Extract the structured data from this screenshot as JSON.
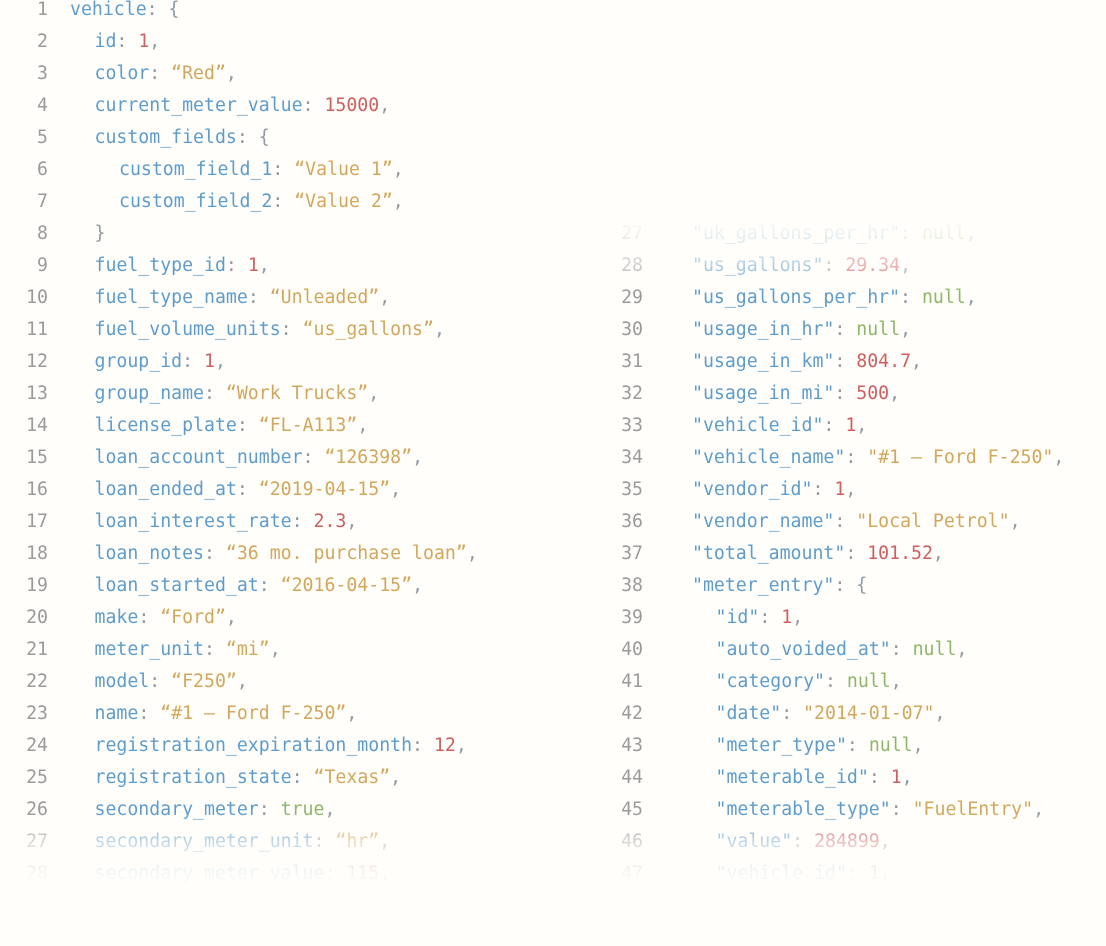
{
  "colors": {
    "key": "#5e9ccb",
    "number": "#cf5f5f",
    "string": "#d2a75b",
    "literal": "#8db767",
    "punctuation": "#8f9aa3",
    "line_number": "#9a9a9a",
    "background": "#fffefb"
  },
  "left": {
    "start": 1,
    "lines": [
      {
        "indent": 0,
        "tokens": [
          [
            "k",
            "vehicle"
          ],
          [
            "p",
            ": {"
          ]
        ]
      },
      {
        "indent": 1,
        "tokens": [
          [
            "k",
            "id"
          ],
          [
            "p",
            ": "
          ],
          [
            "n",
            "1"
          ],
          [
            "p",
            ","
          ]
        ]
      },
      {
        "indent": 1,
        "tokens": [
          [
            "k",
            "color"
          ],
          [
            "p",
            ": "
          ],
          [
            "s",
            "“Red”"
          ],
          [
            "p",
            ","
          ]
        ]
      },
      {
        "indent": 1,
        "tokens": [
          [
            "k",
            "current_meter_value"
          ],
          [
            "p",
            ": "
          ],
          [
            "n",
            "15000"
          ],
          [
            "p",
            ","
          ]
        ]
      },
      {
        "indent": 1,
        "tokens": [
          [
            "k",
            "custom_fields"
          ],
          [
            "p",
            ": {"
          ]
        ]
      },
      {
        "indent": 2,
        "tokens": [
          [
            "k",
            "custom_field_1"
          ],
          [
            "p",
            ": "
          ],
          [
            "s",
            "“Value 1”"
          ],
          [
            "p",
            ","
          ]
        ]
      },
      {
        "indent": 2,
        "tokens": [
          [
            "k",
            "custom_field_2"
          ],
          [
            "p",
            ": "
          ],
          [
            "s",
            "“Value 2”"
          ],
          [
            "p",
            ","
          ]
        ]
      },
      {
        "indent": 1,
        "tokens": [
          [
            "p",
            "}"
          ]
        ]
      },
      {
        "indent": 1,
        "tokens": [
          [
            "k",
            "fuel_type_id"
          ],
          [
            "p",
            ": "
          ],
          [
            "n",
            "1"
          ],
          [
            "p",
            ","
          ]
        ]
      },
      {
        "indent": 1,
        "tokens": [
          [
            "k",
            "fuel_type_name"
          ],
          [
            "p",
            ": "
          ],
          [
            "s",
            "“Unleaded”"
          ],
          [
            "p",
            ","
          ]
        ]
      },
      {
        "indent": 1,
        "tokens": [
          [
            "k",
            "fuel_volume_units"
          ],
          [
            "p",
            ": "
          ],
          [
            "s",
            "“us_gallons”"
          ],
          [
            "p",
            ","
          ]
        ]
      },
      {
        "indent": 1,
        "tokens": [
          [
            "k",
            "group_id"
          ],
          [
            "p",
            ": "
          ],
          [
            "n",
            "1"
          ],
          [
            "p",
            ","
          ]
        ]
      },
      {
        "indent": 1,
        "tokens": [
          [
            "k",
            "group_name"
          ],
          [
            "p",
            ": "
          ],
          [
            "s",
            "“Work Trucks”"
          ],
          [
            "p",
            ","
          ]
        ]
      },
      {
        "indent": 1,
        "tokens": [
          [
            "k",
            "license_plate"
          ],
          [
            "p",
            ": "
          ],
          [
            "s",
            "“FL-A113”"
          ],
          [
            "p",
            ","
          ]
        ]
      },
      {
        "indent": 1,
        "tokens": [
          [
            "k",
            "loan_account_number"
          ],
          [
            "p",
            ": "
          ],
          [
            "s",
            "“126398”"
          ],
          [
            "p",
            ","
          ]
        ]
      },
      {
        "indent": 1,
        "tokens": [
          [
            "k",
            "loan_ended_at"
          ],
          [
            "p",
            ": "
          ],
          [
            "s",
            "“2019-04-15”"
          ],
          [
            "p",
            ","
          ]
        ]
      },
      {
        "indent": 1,
        "tokens": [
          [
            "k",
            "loan_interest_rate"
          ],
          [
            "p",
            ": "
          ],
          [
            "n",
            "2.3"
          ],
          [
            "p",
            ","
          ]
        ]
      },
      {
        "indent": 1,
        "tokens": [
          [
            "k",
            "loan_notes"
          ],
          [
            "p",
            ": "
          ],
          [
            "s",
            "“36 mo. purchase loan”"
          ],
          [
            "p",
            ","
          ]
        ]
      },
      {
        "indent": 1,
        "tokens": [
          [
            "k",
            "loan_started_at"
          ],
          [
            "p",
            ": "
          ],
          [
            "s",
            "“2016-04-15”"
          ],
          [
            "p",
            ","
          ]
        ]
      },
      {
        "indent": 1,
        "tokens": [
          [
            "k",
            "make"
          ],
          [
            "p",
            ": "
          ],
          [
            "s",
            "“Ford”"
          ],
          [
            "p",
            ","
          ]
        ]
      },
      {
        "indent": 1,
        "tokens": [
          [
            "k",
            "meter_unit"
          ],
          [
            "p",
            ": "
          ],
          [
            "s",
            "“mi”"
          ],
          [
            "p",
            ","
          ]
        ]
      },
      {
        "indent": 1,
        "tokens": [
          [
            "k",
            "model"
          ],
          [
            "p",
            ": "
          ],
          [
            "s",
            "“F250”"
          ],
          [
            "p",
            ","
          ]
        ]
      },
      {
        "indent": 1,
        "tokens": [
          [
            "k",
            "name"
          ],
          [
            "p",
            ": "
          ],
          [
            "s",
            "“#1 – Ford F-250”"
          ],
          [
            "p",
            ","
          ]
        ]
      },
      {
        "indent": 1,
        "tokens": [
          [
            "k",
            "registration_expiration_month"
          ],
          [
            "p",
            ": "
          ],
          [
            "n",
            "12"
          ],
          [
            "p",
            ","
          ]
        ]
      },
      {
        "indent": 1,
        "tokens": [
          [
            "k",
            "registration_state"
          ],
          [
            "p",
            ": "
          ],
          [
            "s",
            "“Texas”"
          ],
          [
            "p",
            ","
          ]
        ]
      },
      {
        "indent": 1,
        "tokens": [
          [
            "k",
            "secondary_meter"
          ],
          [
            "p",
            ": "
          ],
          [
            "b",
            "true"
          ],
          [
            "p",
            ","
          ]
        ]
      },
      {
        "indent": 1,
        "tokens": [
          [
            "k",
            "secondary_meter_unit"
          ],
          [
            "p",
            ": "
          ],
          [
            "s",
            "“hr”"
          ],
          [
            "p",
            ","
          ]
        ]
      },
      {
        "indent": 1,
        "tokens": [
          [
            "k",
            "secondary_meter_value"
          ],
          [
            "p",
            ": "
          ],
          [
            "n",
            "115"
          ],
          [
            "p",
            ","
          ]
        ]
      }
    ]
  },
  "right": {
    "start": 27,
    "lines": [
      {
        "indent": 0,
        "tokens": [
          [
            "k",
            "\"uk_gallons_per_hr\""
          ],
          [
            "p",
            ": "
          ],
          [
            "b",
            "null"
          ],
          [
            "p",
            ","
          ]
        ]
      },
      {
        "indent": 0,
        "tokens": [
          [
            "k",
            "\"us_gallons\""
          ],
          [
            "p",
            ": "
          ],
          [
            "n",
            "29.34"
          ],
          [
            "p",
            ","
          ]
        ]
      },
      {
        "indent": 0,
        "tokens": [
          [
            "k",
            "\"us_gallons_per_hr\""
          ],
          [
            "p",
            ": "
          ],
          [
            "b",
            "null"
          ],
          [
            "p",
            ","
          ]
        ]
      },
      {
        "indent": 0,
        "tokens": [
          [
            "k",
            "\"usage_in_hr\""
          ],
          [
            "p",
            ": "
          ],
          [
            "b",
            "null"
          ],
          [
            "p",
            ","
          ]
        ]
      },
      {
        "indent": 0,
        "tokens": [
          [
            "k",
            "\"usage_in_km\""
          ],
          [
            "p",
            ": "
          ],
          [
            "n",
            "804.7"
          ],
          [
            "p",
            ","
          ]
        ]
      },
      {
        "indent": 0,
        "tokens": [
          [
            "k",
            "\"usage_in_mi\""
          ],
          [
            "p",
            ": "
          ],
          [
            "n",
            "500"
          ],
          [
            "p",
            ","
          ]
        ]
      },
      {
        "indent": 0,
        "tokens": [
          [
            "k",
            "\"vehicle_id\""
          ],
          [
            "p",
            ": "
          ],
          [
            "n",
            "1"
          ],
          [
            "p",
            ","
          ]
        ]
      },
      {
        "indent": 0,
        "tokens": [
          [
            "k",
            "\"vehicle_name\""
          ],
          [
            "p",
            ": "
          ],
          [
            "s",
            "\"#1 – Ford F-250\""
          ],
          [
            "p",
            ","
          ]
        ]
      },
      {
        "indent": 0,
        "tokens": [
          [
            "k",
            "\"vendor_id\""
          ],
          [
            "p",
            ": "
          ],
          [
            "n",
            "1"
          ],
          [
            "p",
            ","
          ]
        ]
      },
      {
        "indent": 0,
        "tokens": [
          [
            "k",
            "\"vendor_name\""
          ],
          [
            "p",
            ": "
          ],
          [
            "s",
            "\"Local Petrol\""
          ],
          [
            "p",
            ","
          ]
        ]
      },
      {
        "indent": 0,
        "tokens": [
          [
            "k",
            "\"total_amount\""
          ],
          [
            "p",
            ": "
          ],
          [
            "n",
            "101.52"
          ],
          [
            "p",
            ","
          ]
        ]
      },
      {
        "indent": 0,
        "tokens": [
          [
            "k",
            "\"meter_entry\""
          ],
          [
            "p",
            ": {"
          ]
        ]
      },
      {
        "indent": 1,
        "tokens": [
          [
            "k",
            "\"id\""
          ],
          [
            "p",
            ": "
          ],
          [
            "n",
            "1"
          ],
          [
            "p",
            ","
          ]
        ]
      },
      {
        "indent": 1,
        "tokens": [
          [
            "k",
            "\"auto_voided_at\""
          ],
          [
            "p",
            ": "
          ],
          [
            "b",
            "null"
          ],
          [
            "p",
            ","
          ]
        ]
      },
      {
        "indent": 1,
        "tokens": [
          [
            "k",
            "\"category\""
          ],
          [
            "p",
            ": "
          ],
          [
            "b",
            "null"
          ],
          [
            "p",
            ","
          ]
        ]
      },
      {
        "indent": 1,
        "tokens": [
          [
            "k",
            "\"date\""
          ],
          [
            "p",
            ": "
          ],
          [
            "s",
            "\"2014-01-07\""
          ],
          [
            "p",
            ","
          ]
        ]
      },
      {
        "indent": 1,
        "tokens": [
          [
            "k",
            "\"meter_type\""
          ],
          [
            "p",
            ": "
          ],
          [
            "b",
            "null"
          ],
          [
            "p",
            ","
          ]
        ]
      },
      {
        "indent": 1,
        "tokens": [
          [
            "k",
            "\"meterable_id\""
          ],
          [
            "p",
            ": "
          ],
          [
            "n",
            "1"
          ],
          [
            "p",
            ","
          ]
        ]
      },
      {
        "indent": 1,
        "tokens": [
          [
            "k",
            "\"meterable_type\""
          ],
          [
            "p",
            ": "
          ],
          [
            "s",
            "\"FuelEntry\""
          ],
          [
            "p",
            ","
          ]
        ]
      },
      {
        "indent": 1,
        "tokens": [
          [
            "k",
            "\"value\""
          ],
          [
            "p",
            ": "
          ],
          [
            "n",
            "284899"
          ],
          [
            "p",
            ","
          ]
        ]
      },
      {
        "indent": 1,
        "tokens": [
          [
            "k",
            "\"vehicle_id\""
          ],
          [
            "p",
            ": "
          ],
          [
            "n",
            "1"
          ],
          [
            "p",
            ","
          ]
        ]
      }
    ]
  }
}
